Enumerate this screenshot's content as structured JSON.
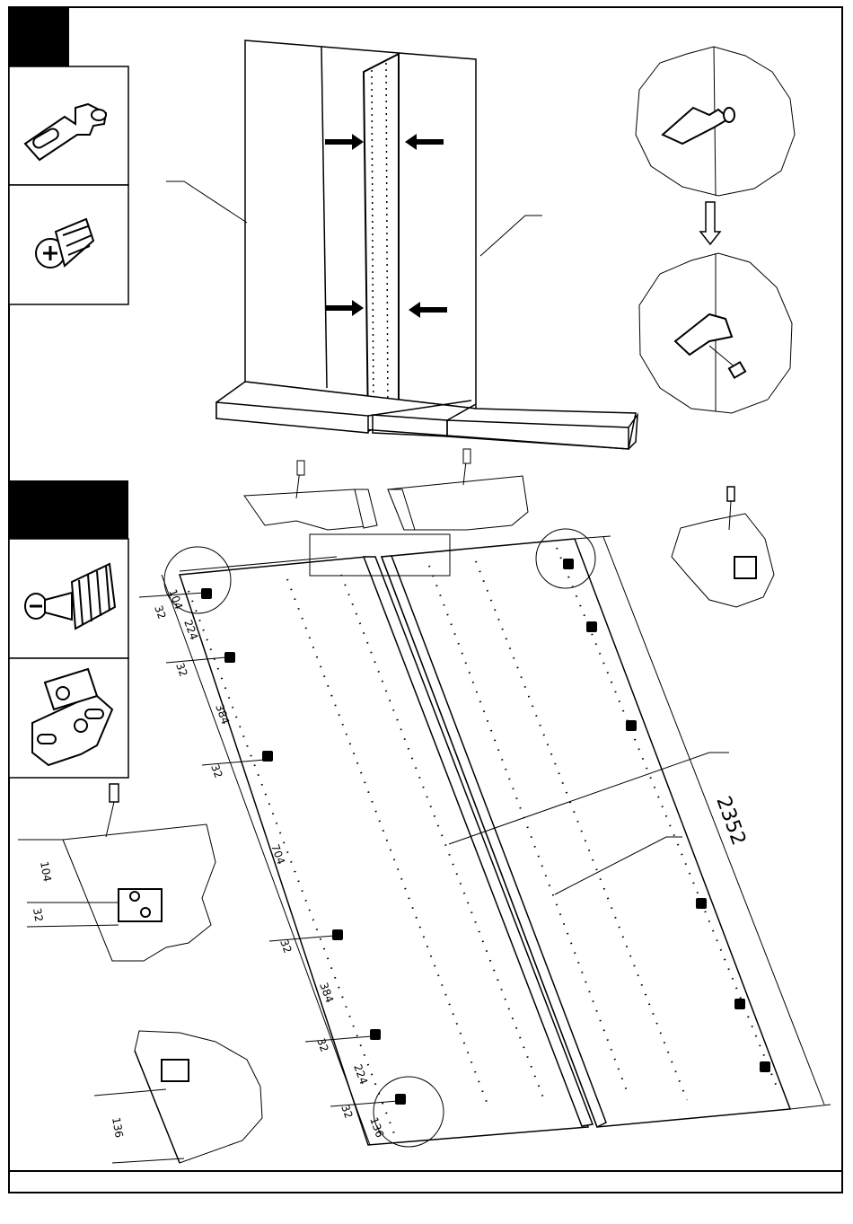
{
  "step1": {
    "parts": [
      {
        "icon": "cam-lock-bracket-icon"
      },
      {
        "icon": "cam-fitting-icon"
      }
    ],
    "arrow_icon": "direction-arrow-icon",
    "detail_icon": "bracket-screw-detail-icon"
  },
  "step2": {
    "parts": [
      {
        "icon": "dowel-screw-icon"
      },
      {
        "icon": "hinge-mounting-plate-icon"
      }
    ],
    "dimensions": {
      "left_top": "104",
      "left_32_a": "32",
      "left_224_a": "224",
      "left_32_b": "32",
      "left_384_a": "384",
      "left_32_c": "32",
      "left_704": "704",
      "left_32_d": "32",
      "left_384_b": "384",
      "left_32_e": "32",
      "left_224_b": "224",
      "left_32_f": "32",
      "left_136": "136",
      "overall_length": "2352",
      "detail_a_104": "104",
      "detail_a_32": "32",
      "detail_b_136": "136"
    }
  },
  "colors": {
    "line": "#000000",
    "panel_fill": "#ffffff",
    "header_fill": "#000000"
  }
}
